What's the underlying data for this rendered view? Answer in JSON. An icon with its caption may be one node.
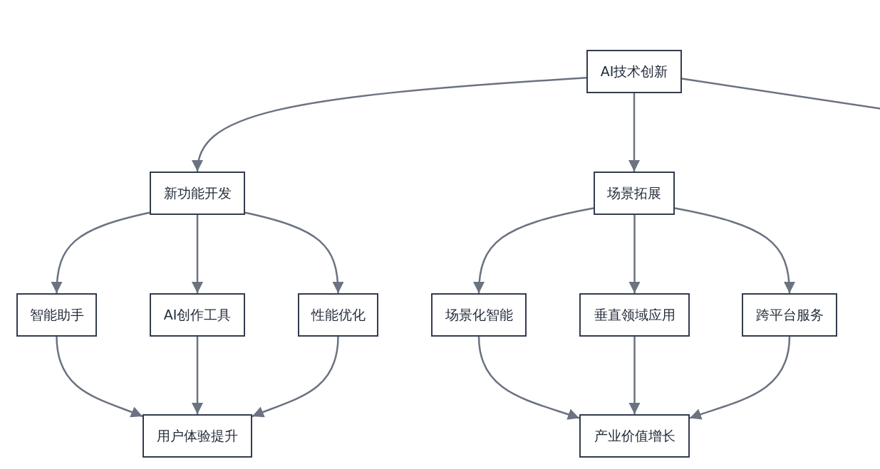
{
  "diagram": {
    "nodes": [
      {
        "text": [
          "AI技术创新"
        ]
      },
      {
        "text": [
          "新功能开发"
        ]
      },
      {
        "text": [
          "场景拓展"
        ]
      },
      {
        "text": [
          "智能助手"
        ]
      },
      {
        "text": [
          "AI创作工具"
        ]
      },
      {
        "text": [
          "性能优化"
        ]
      },
      {
        "text": [
          "场景化智能"
        ]
      },
      {
        "text": [
          "垂直领域应用"
        ]
      },
      {
        "text": [
          "跨平台服务"
        ]
      },
      {
        "text": [
          "用户体验提升"
        ]
      },
      {
        "text": [
          "产业价值增长"
        ]
      }
    ],
    "edges": [
      {
        "from": 0,
        "to": 1,
        "arrow": "to"
      },
      {
        "from": 0,
        "to": 2,
        "arrow": "to"
      },
      {
        "from": 0,
        "to": null,
        "arrow": "none"
      },
      {
        "from": 1,
        "to": 3,
        "arrow": "to"
      },
      {
        "from": 1,
        "to": 4,
        "arrow": "to"
      },
      {
        "from": 1,
        "to": 5,
        "arrow": "to"
      },
      {
        "from": 2,
        "to": 6,
        "arrow": "to"
      },
      {
        "from": 2,
        "to": 7,
        "arrow": "to"
      },
      {
        "from": 2,
        "to": 8,
        "arrow": "to"
      },
      {
        "from": 3,
        "to": 9,
        "arrow": "to"
      },
      {
        "from": 4,
        "to": 9,
        "arrow": "to"
      },
      {
        "from": 5,
        "to": 9,
        "arrow": "to"
      },
      {
        "from": 6,
        "to": 10,
        "arrow": "to"
      },
      {
        "from": 7,
        "to": 10,
        "arrow": "to"
      },
      {
        "from": 8,
        "to": 10,
        "arrow": "to"
      }
    ]
  }
}
